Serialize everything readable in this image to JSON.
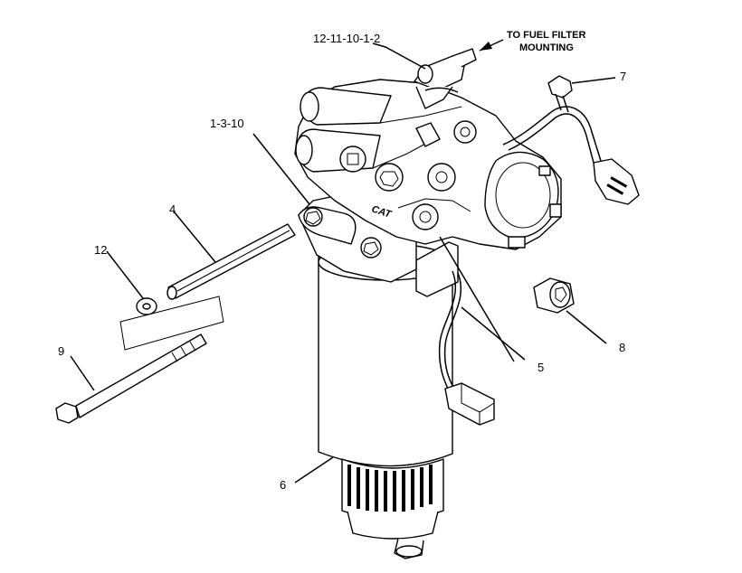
{
  "callouts": {
    "c_12_11_10_1_2": "12-11-10-1-2",
    "fuel_filter_1": "TO FUEL FILTER",
    "fuel_filter_2": "MOUNTING",
    "c7": "7",
    "c1_3_10": "1-3-10",
    "c4": "4",
    "c12": "12",
    "c9": "9",
    "c8": "8",
    "c5": "5",
    "c6": "6"
  },
  "logo_text": "CAT"
}
